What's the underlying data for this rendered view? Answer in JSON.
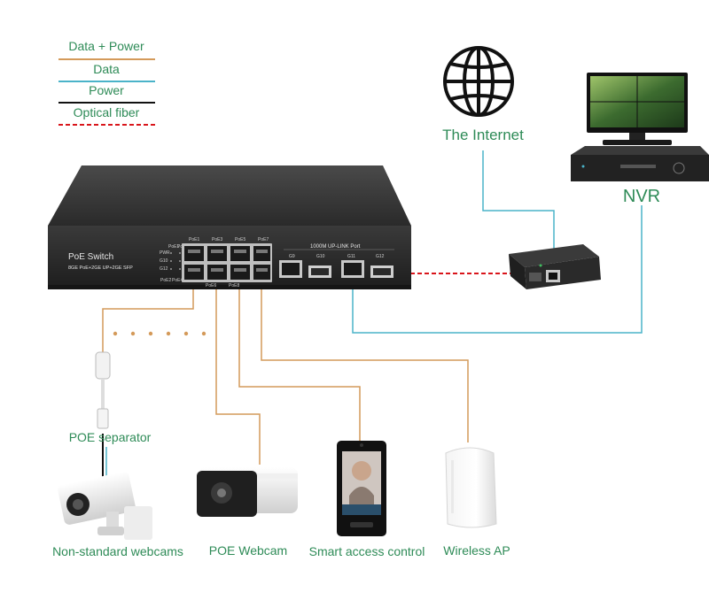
{
  "legend": {
    "items": [
      {
        "label": "Data + Power",
        "color": "#d49a5a",
        "style": "solid"
      },
      {
        "label": "Data",
        "color": "#4ab3c9",
        "style": "solid"
      },
      {
        "label": "Power",
        "color": "#111111",
        "style": "solid"
      },
      {
        "label": "Optical fiber",
        "color": "#d9151b",
        "style": "dashed"
      }
    ]
  },
  "switch": {
    "title": "PoE Switch",
    "subtitle": "8GE PoE+2GE UP+2GE SFP",
    "uplink_title": "1000M UP-LINK Port",
    "port_labels_top": [
      "PoE1",
      "PoE3",
      "PoE5",
      "PoE7"
    ],
    "port_labels_bottom": [
      "PoE2",
      "PoE4",
      "PoE6",
      "PoE8"
    ],
    "led_labels": [
      "PWR",
      "G10",
      "G12"
    ],
    "led_header": [
      "PoE1",
      "PoE9"
    ],
    "uplink_labels": [
      "G9",
      "G10",
      "G11",
      "G12"
    ]
  },
  "devices": {
    "internet": "The Internet",
    "nvr": "NVR",
    "poe_separator": "POE separator",
    "nonstandard_cam": "Non-standard webcams",
    "poe_webcam": "POE Webcam",
    "access_control": "Smart access control",
    "wireless_ap": "Wireless AP"
  },
  "colors": {
    "data_power": "#d49a5a",
    "data": "#4ab3c9",
    "power": "#111111",
    "fiber": "#d9151b",
    "label": "#2e8b57"
  }
}
